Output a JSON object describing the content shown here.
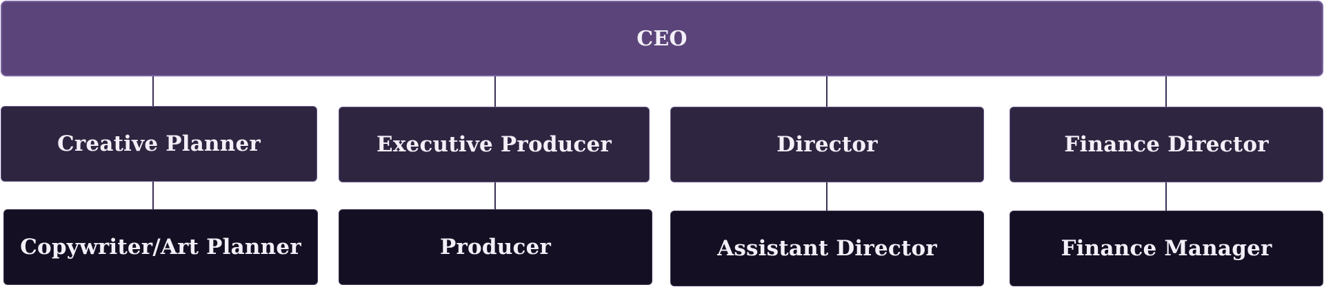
{
  "org_chart": {
    "root": {
      "title": "CEO"
    },
    "branches": [
      {
        "manager": "Creative Planner",
        "report": "Copywriter/Art Planner"
      },
      {
        "manager": "Executive Producer",
        "report": "Producer"
      },
      {
        "manager": "Director",
        "report": "Assistant Director"
      },
      {
        "manager": "Finance Director",
        "report": "Finance Manager"
      }
    ]
  },
  "colors": {
    "root_fill": "#5b4479",
    "manager_fill": "#2e2540",
    "report_fill": "#140f22",
    "connector": "#3a2f55",
    "text": "#f3eff8"
  }
}
